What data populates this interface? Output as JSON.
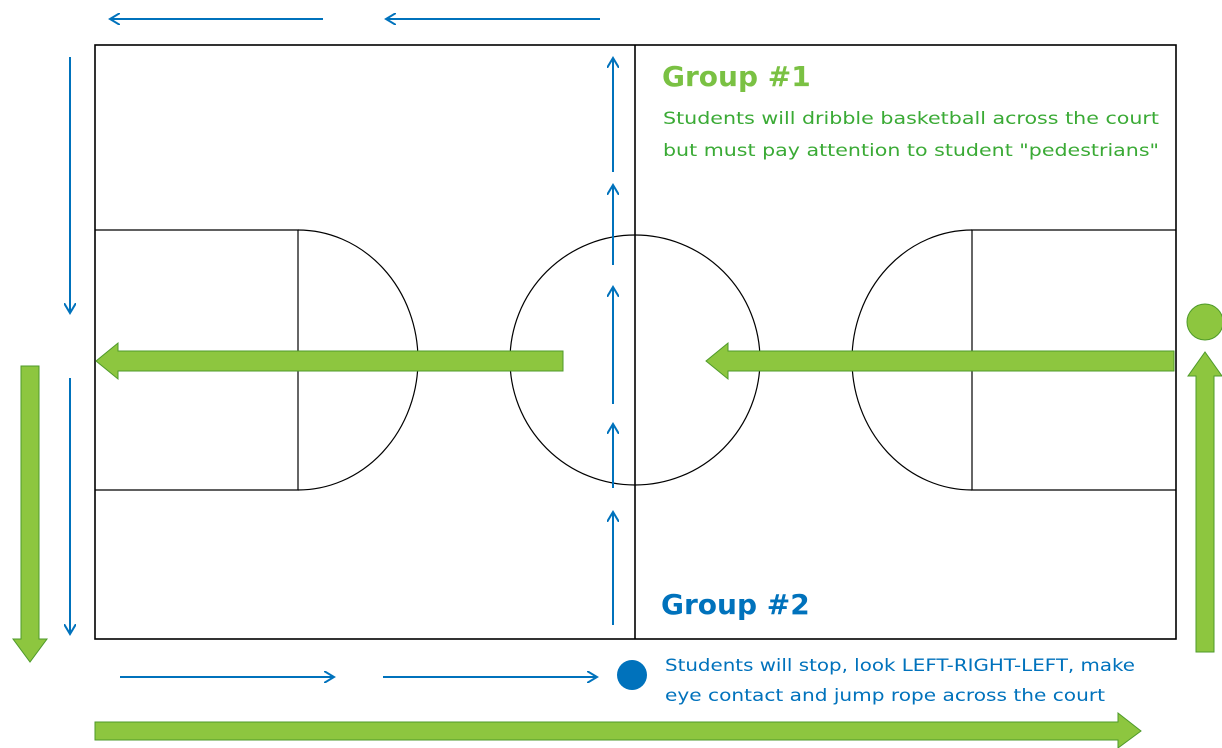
{
  "colors": {
    "green_text": "#7ac143",
    "green_desc": "#3aaa35",
    "green_arrow": "#8dc63f",
    "green_arrow_stroke": "#4e9a2a",
    "blue": "#0072bc",
    "line": "#000000"
  },
  "group1": {
    "title": "Group #1",
    "desc_line1": "Students will dribble basketball across the court",
    "desc_line2": "but must pay attention to student \"pedestrians\""
  },
  "group2": {
    "title": "Group #2",
    "desc_line1": "Students will stop, look LEFT-RIGHT-LEFT, make",
    "desc_line2": "eye contact and jump rope across the court"
  }
}
